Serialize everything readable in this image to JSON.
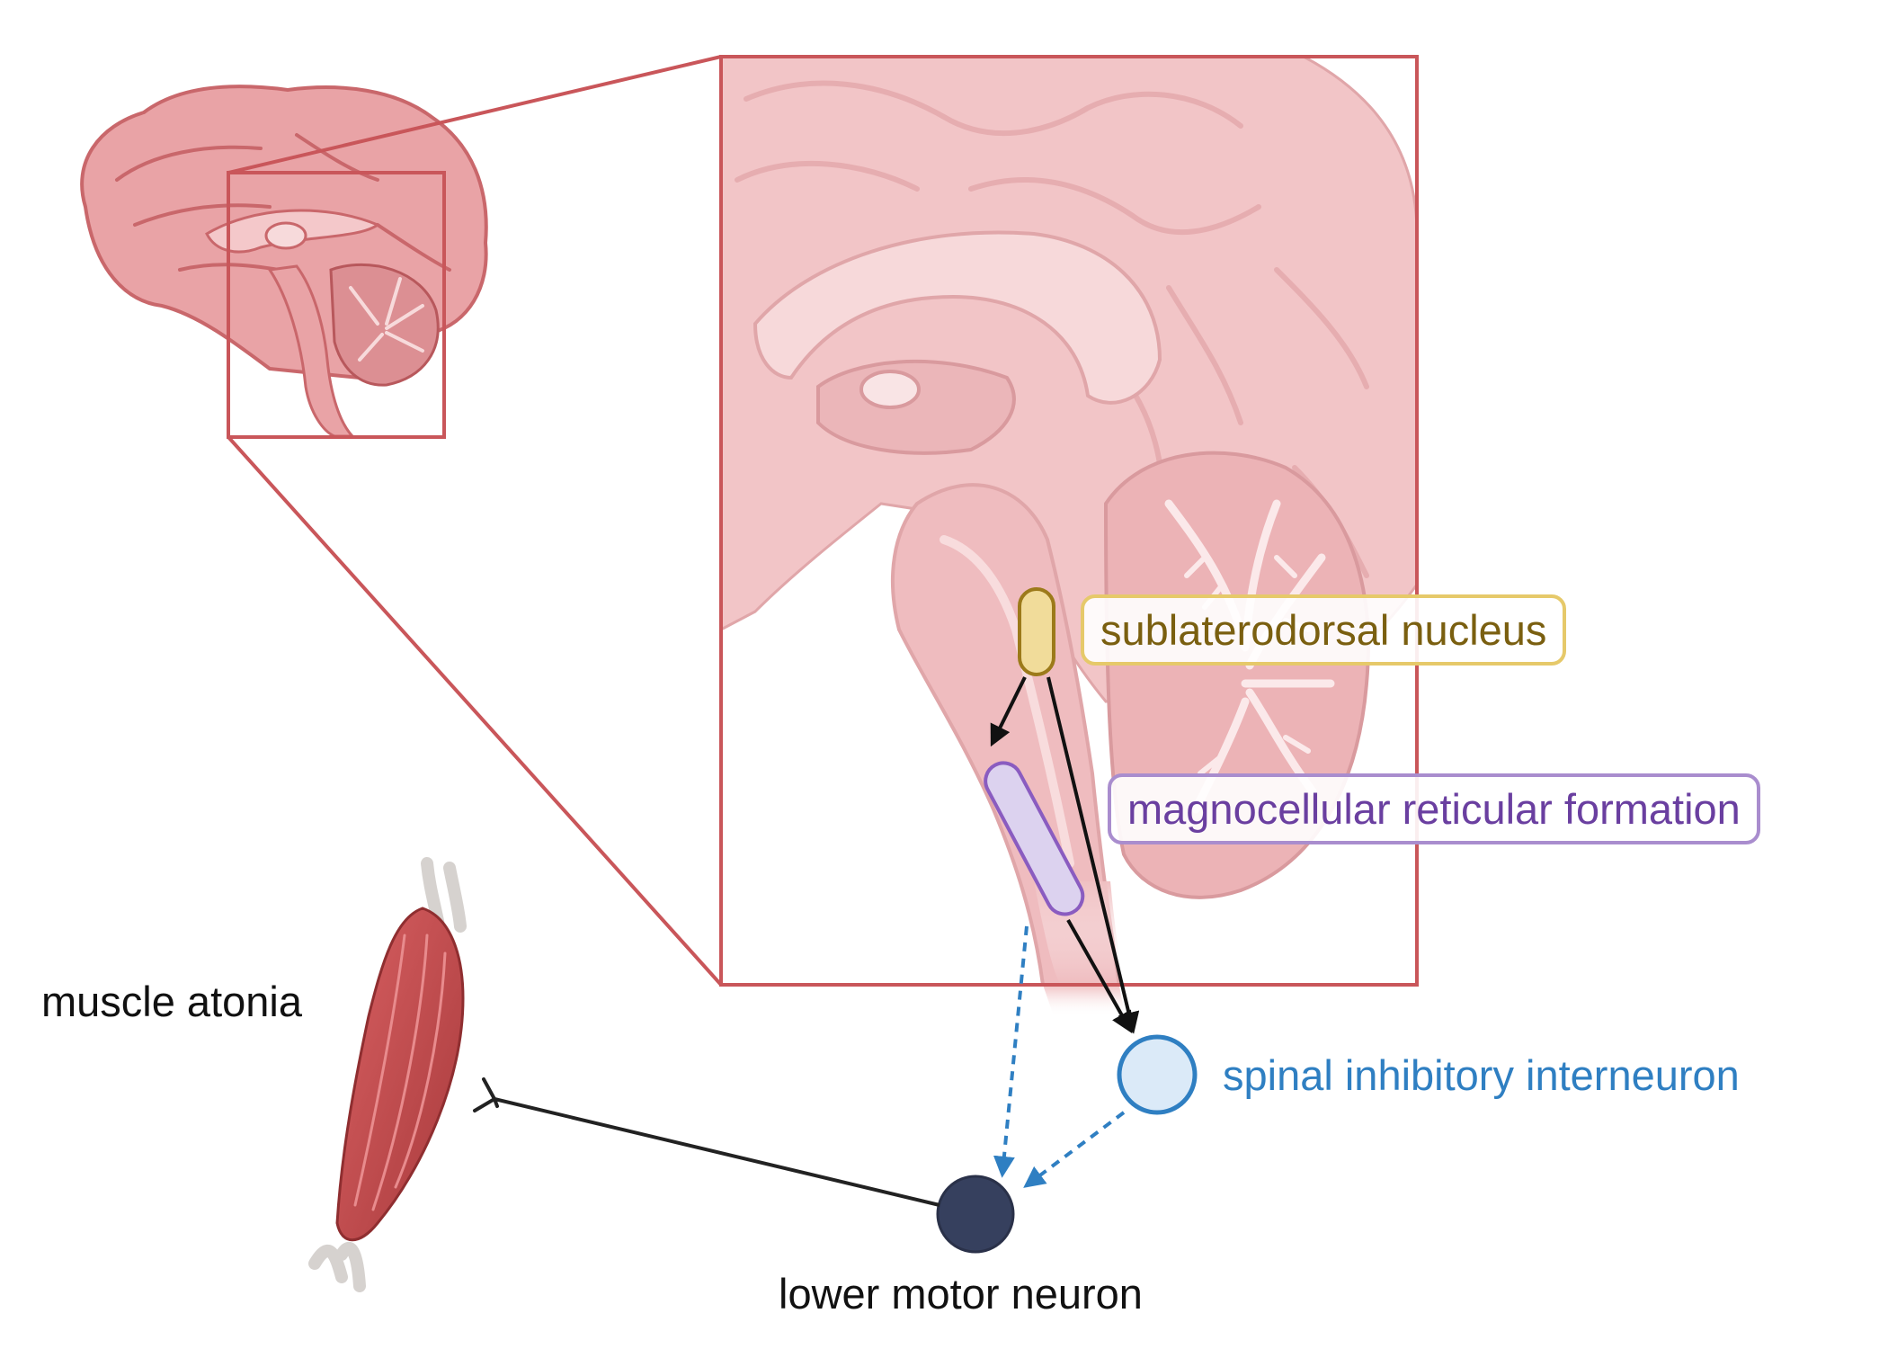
{
  "diagram": {
    "labels": {
      "sublaterodorsal_nucleus": "sublaterodorsal nucleus",
      "magnocellular_reticular_formation": "magnocellular reticular formation",
      "spinal_inhibitory_interneuron": "spinal inhibitory interneuron",
      "lower_motor_neuron": "lower motor neuron",
      "muscle_atonia": "muscle atonia"
    },
    "colors": {
      "zoom_frame": "#c9565a",
      "brain_fill": "#f2c5c7",
      "brain_dark": "#d98a8e",
      "sublaterodorsal": "#e6c96a",
      "magnocellular": "#a98dce",
      "interneuron": "#2f7fc2",
      "motor_neuron": "#36405e",
      "excitatory_arrow": "#111111",
      "inhibitory_arrow": "#2f7fc2",
      "muscle": "#c24a4c"
    },
    "connections": [
      {
        "from": "sublaterodorsal nucleus",
        "to": "magnocellular reticular formation",
        "style": "solid"
      },
      {
        "from": "sublaterodorsal nucleus",
        "to": "spinal inhibitory interneuron",
        "style": "solid"
      },
      {
        "from": "magnocellular reticular formation",
        "to": "spinal inhibitory interneuron",
        "style": "solid"
      },
      {
        "from": "magnocellular reticular formation",
        "to": "lower motor neuron",
        "style": "dashed"
      },
      {
        "from": "spinal inhibitory interneuron",
        "to": "lower motor neuron",
        "style": "dashed"
      },
      {
        "from": "lower motor neuron",
        "to": "muscle atonia",
        "style": "axon"
      }
    ]
  }
}
